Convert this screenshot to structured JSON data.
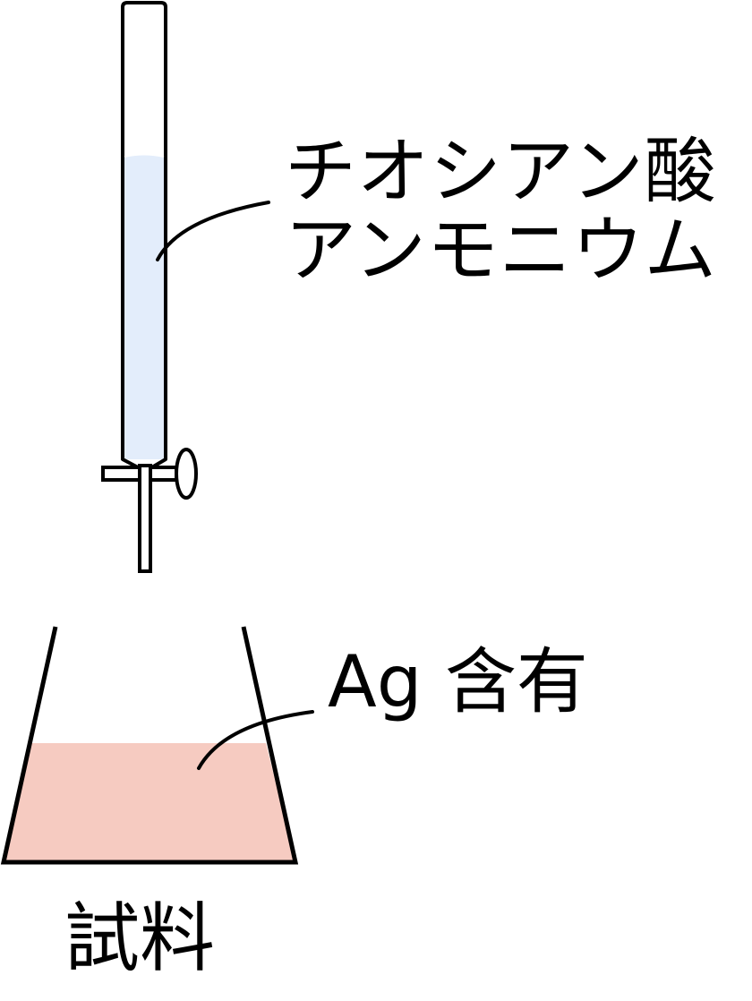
{
  "labels": {
    "reagent_line1": "チオシアン酸",
    "reagent_line2": "アンモニウム",
    "sample": "Ag 含有",
    "vessel": "試料"
  },
  "colors": {
    "burette_liquid": "#e3edfb",
    "flask_liquid": "#f6cbc1",
    "outline": "#000000"
  }
}
